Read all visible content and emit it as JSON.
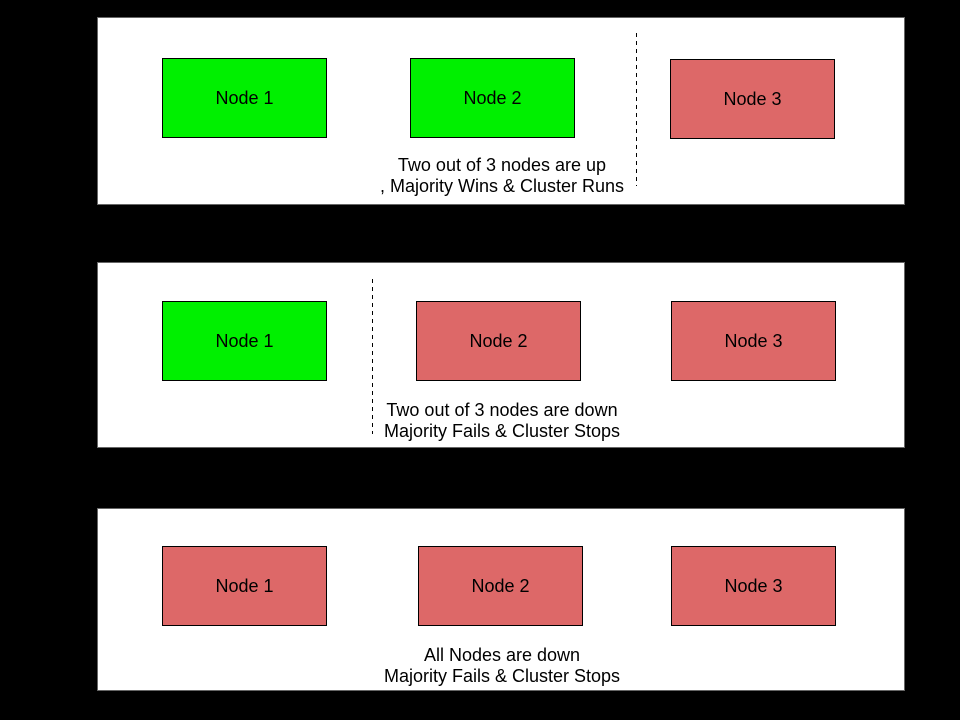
{
  "colors": {
    "background": "#000000",
    "panel_bg": "#ffffff",
    "panel_border": "#666666",
    "node_up": "#00f000",
    "node_down": "#dd6868",
    "node_border": "#000000",
    "text": "#000000"
  },
  "panels": [
    {
      "id": "scenario-two-up",
      "nodes": [
        {
          "label": "Node 1",
          "status": "up"
        },
        {
          "label": "Node 2",
          "status": "up"
        },
        {
          "label": "Node 3",
          "status": "down"
        }
      ],
      "has_divider": true,
      "divider_position": "between Node 2 and Node 3",
      "caption_line1": "Two out of 3 nodes are up",
      "caption_line2": ", Majority Wins & Cluster Runs"
    },
    {
      "id": "scenario-two-down",
      "nodes": [
        {
          "label": "Node 1",
          "status": "up"
        },
        {
          "label": "Node 2",
          "status": "down"
        },
        {
          "label": "Node 3",
          "status": "down"
        }
      ],
      "has_divider": true,
      "divider_position": "between Node 1 and Node 2",
      "caption_line1": "Two out of 3 nodes are down",
      "caption_line2": "Majority Fails & Cluster Stops"
    },
    {
      "id": "scenario-all-down",
      "nodes": [
        {
          "label": "Node 1",
          "status": "down"
        },
        {
          "label": "Node 2",
          "status": "down"
        },
        {
          "label": "Node 3",
          "status": "down"
        }
      ],
      "has_divider": false,
      "divider_position": null,
      "caption_line1": "All Nodes are down",
      "caption_line2": "Majority Fails & Cluster Stops"
    }
  ]
}
